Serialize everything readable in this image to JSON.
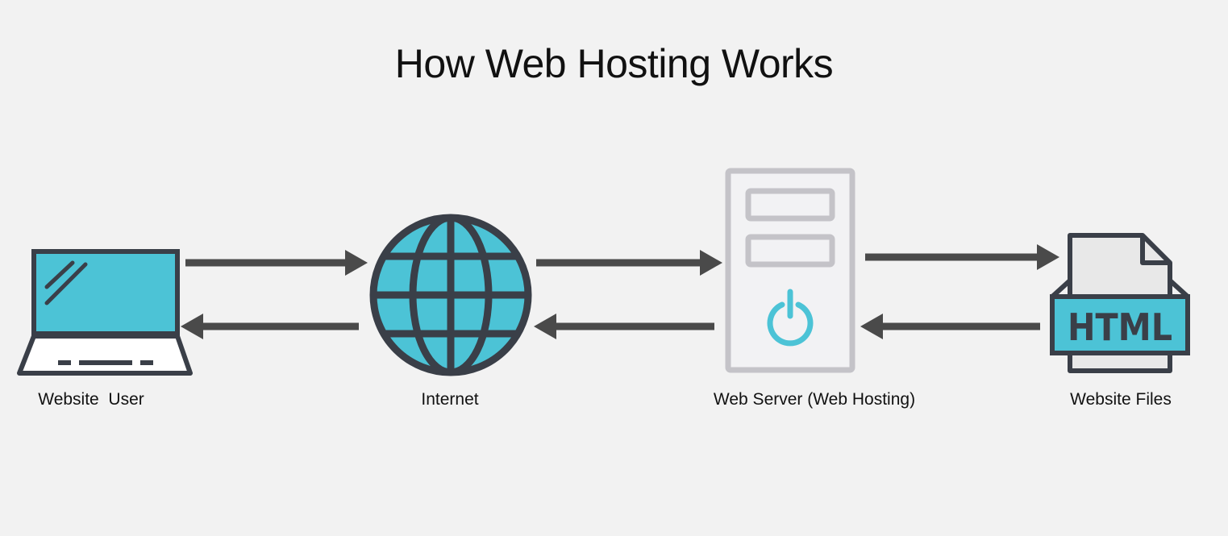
{
  "title": "How Web Hosting Works",
  "nodes": {
    "user": {
      "label": "Website  User",
      "icon": "laptop-icon"
    },
    "internet": {
      "label": "Internet",
      "icon": "globe-icon"
    },
    "server": {
      "label": "Web Server (Web Hosting)",
      "icon": "server-icon"
    },
    "files": {
      "label": "Website Files",
      "icon": "html-file-icon",
      "file_text": "HTML"
    }
  },
  "colors": {
    "background": "#f2f2f2",
    "accent": "#4cc3d6",
    "dark": "#3a3f48",
    "arrow": "#4a4a4a",
    "server_outline": "#c4c3c8",
    "file_paper": "#e8e8e8"
  }
}
